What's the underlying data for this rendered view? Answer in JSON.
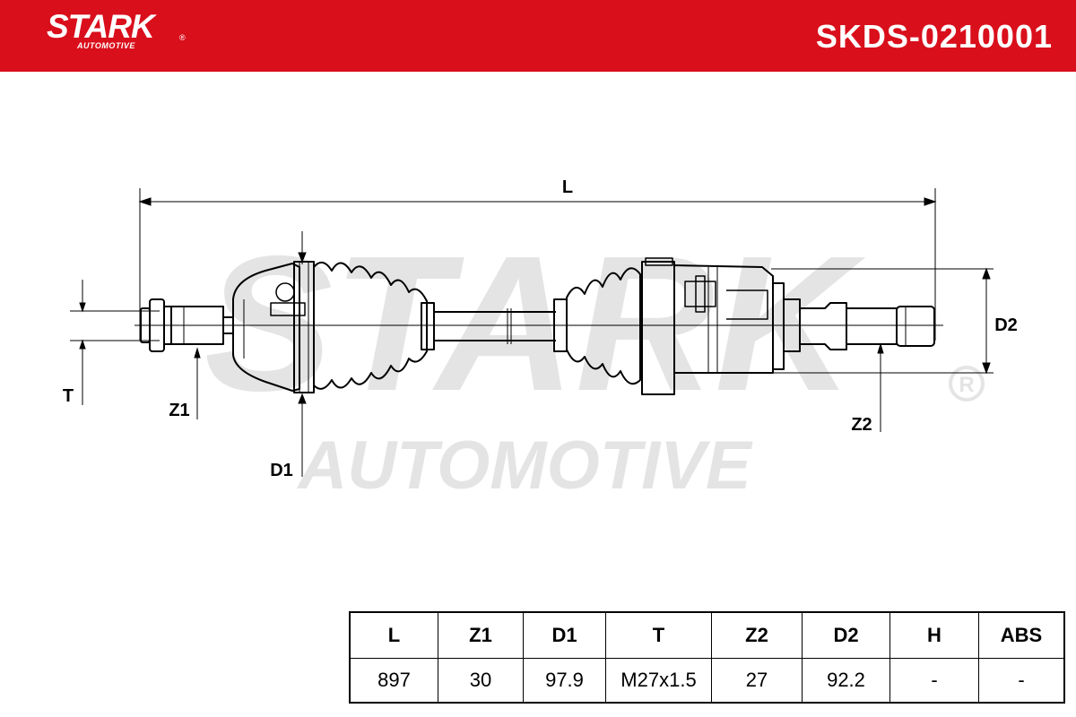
{
  "header": {
    "logo_main": "STARK",
    "logo_sub": "AUTOMOTIVE",
    "logo_reg": "®",
    "part_number": "SKDS-0210001",
    "background_color": "#d90f1c"
  },
  "watermark": {
    "main": "STARK",
    "sub": "AUTOMOTIVE",
    "reg": "®"
  },
  "drawing": {
    "labels": {
      "L": "L",
      "T": "T",
      "Z1": "Z1",
      "D1": "D1",
      "D2": "D2",
      "Z2": "Z2"
    }
  },
  "table": {
    "headers": [
      "L",
      "Z1",
      "D1",
      "T",
      "Z2",
      "D2",
      "H",
      "ABS"
    ],
    "values": [
      "897",
      "30",
      "97.9",
      "M27x1.5",
      "27",
      "92.2",
      "-",
      "-"
    ]
  }
}
